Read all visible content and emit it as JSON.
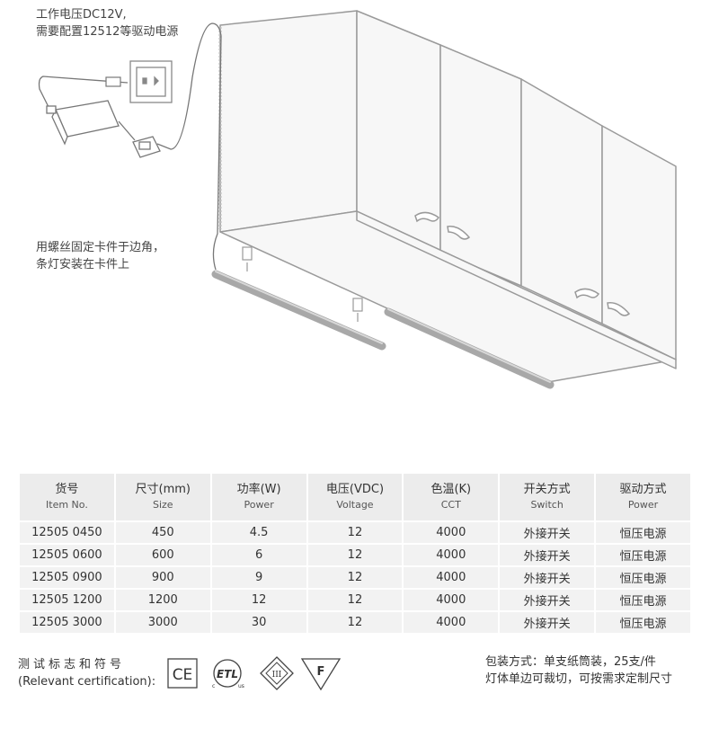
{
  "notes": {
    "power_line1": "工作电压DC12V,",
    "power_line2": "需要配置12512等驱动电源",
    "mount_line1": "用螺丝固定卡件于边角，",
    "mount_line2": "条灯安装在卡件上"
  },
  "table": {
    "headers": [
      {
        "cn": "货号",
        "en": "Item No."
      },
      {
        "cn": "尺寸(mm)",
        "en": "Size"
      },
      {
        "cn": "功率(W)",
        "en": "Power"
      },
      {
        "cn": "电压(VDC)",
        "en": "Voltage"
      },
      {
        "cn": "色温(K)",
        "en": "CCT"
      },
      {
        "cn": "开关方式",
        "en": "Switch"
      },
      {
        "cn": "驱动方式",
        "en": "Power"
      }
    ],
    "rows": [
      [
        "12505 0450",
        "450",
        "4.5",
        "12",
        "4000",
        "外接开关",
        "恒压电源"
      ],
      [
        "12505 0600",
        "600",
        "6",
        "12",
        "4000",
        "外接开关",
        "恒压电源"
      ],
      [
        "12505 0900",
        "900",
        "9",
        "12",
        "4000",
        "外接开关",
        "恒压电源"
      ],
      [
        "12505 1200",
        "1200",
        "12",
        "12",
        "4000",
        "外接开关",
        "恒压电源"
      ],
      [
        "12505 3000",
        "3000",
        "30",
        "12",
        "4000",
        "外接开关",
        "恒压电源"
      ]
    ]
  },
  "certification": {
    "label_cn": "测试标志和符号",
    "label_en": "(Relevant certification):",
    "ce": "CE",
    "etl": "ETL",
    "etl_c": "c",
    "etl_us": "us",
    "class3": "III",
    "f_mark": "F"
  },
  "packaging": {
    "line1": "包装方式：单支纸筒装，25支/件",
    "line2": "灯体单边可裁切，可按需求定制尺寸"
  },
  "colors": {
    "line": "#9a9a9a",
    "fill": "#f7f7f7",
    "bar": "#b8b8b8",
    "header_bg": "#ececec",
    "row_bg": "#f2f2f2"
  }
}
